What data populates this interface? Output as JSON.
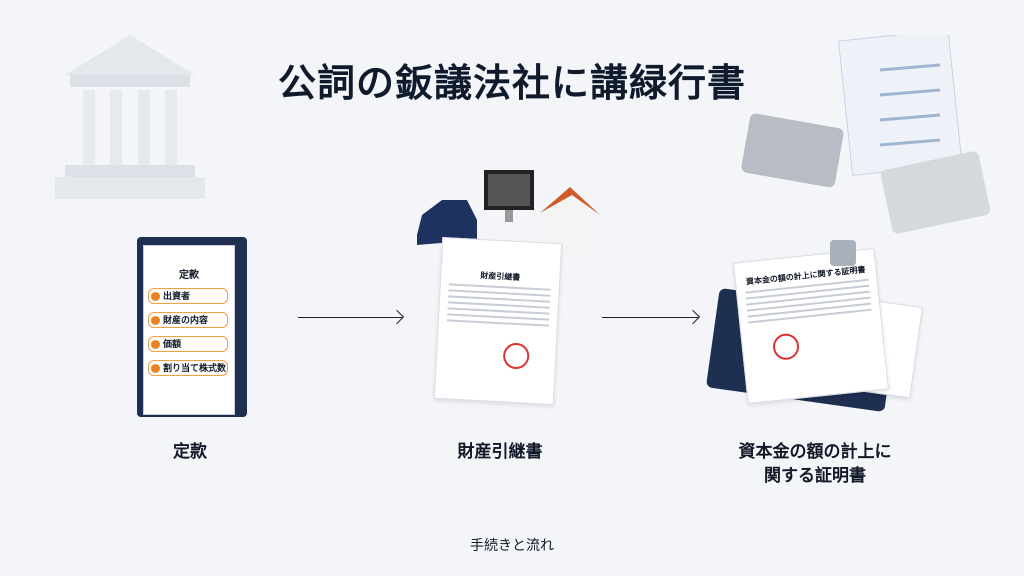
{
  "title": "公詞の鈑議法社に講緑行書",
  "steps": [
    {
      "label": "定款",
      "book_title": "定款",
      "book_items": [
        "出資者",
        "財産の内容",
        "価額",
        "割り当て株式数"
      ]
    },
    {
      "label": "財産引継書",
      "doc_title": "財産引継書"
    },
    {
      "label": "資本金の額の計上に\n関する証明書",
      "doc_title": "資本金の額の計上に関する証明書"
    }
  ],
  "footer": "手続きと流れ",
  "colors": {
    "accent": "#f08020",
    "navy": "#1e2f52",
    "stamp": "#dd3333"
  }
}
